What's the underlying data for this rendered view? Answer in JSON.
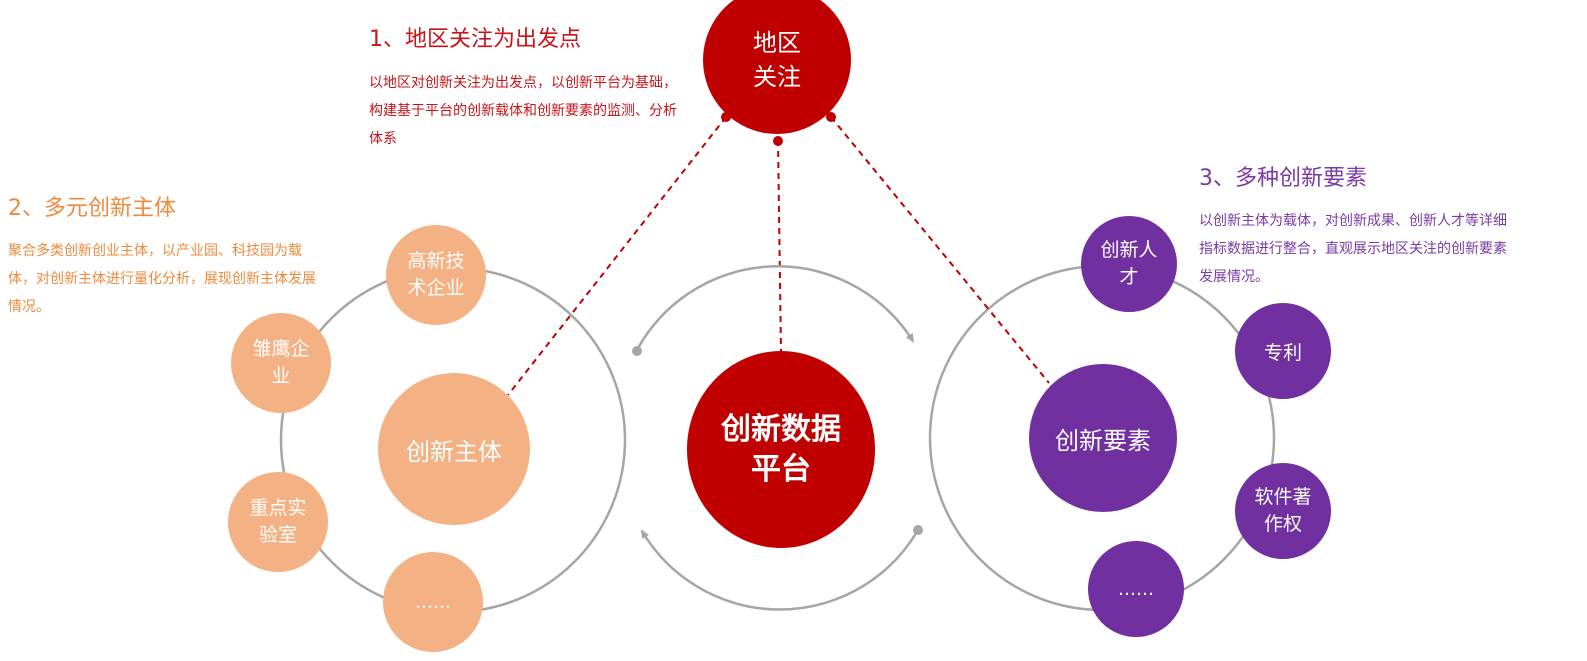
{
  "top": {
    "title": "1、地区关注为出发点",
    "desc": "以地区对创新关注为出发点，以创新平台为基础，构建基于平台的创新载体和创新要素的监测、分析体系",
    "node": "地区\n关注"
  },
  "left": {
    "title": "2、多元创新主体",
    "desc": "聚合多类创新创业主体，以产业园、科技园为载体，对创新主体进行量化分析，展现创新主体发展情况。",
    "center": "创新主体",
    "items": [
      "高新技\n术企业",
      "雏鹰企\n业",
      "重点实\n验室",
      "……"
    ]
  },
  "right": {
    "title": "3、多种创新要素",
    "desc": "以创新主体为载体，对创新成果、创新人才等详细指标数据进行整合，直观展示地区关注的创新要素发展情况。",
    "center": "创新要素",
    "items": [
      "创新人\n才",
      "专利",
      "软件著\n作权",
      "……"
    ]
  },
  "center": {
    "node": "创新数据\n平台"
  },
  "colors": {
    "red": "#c00000",
    "orange": "#f4b183",
    "purple": "#7030a0",
    "ring": "#a6a6a6"
  }
}
